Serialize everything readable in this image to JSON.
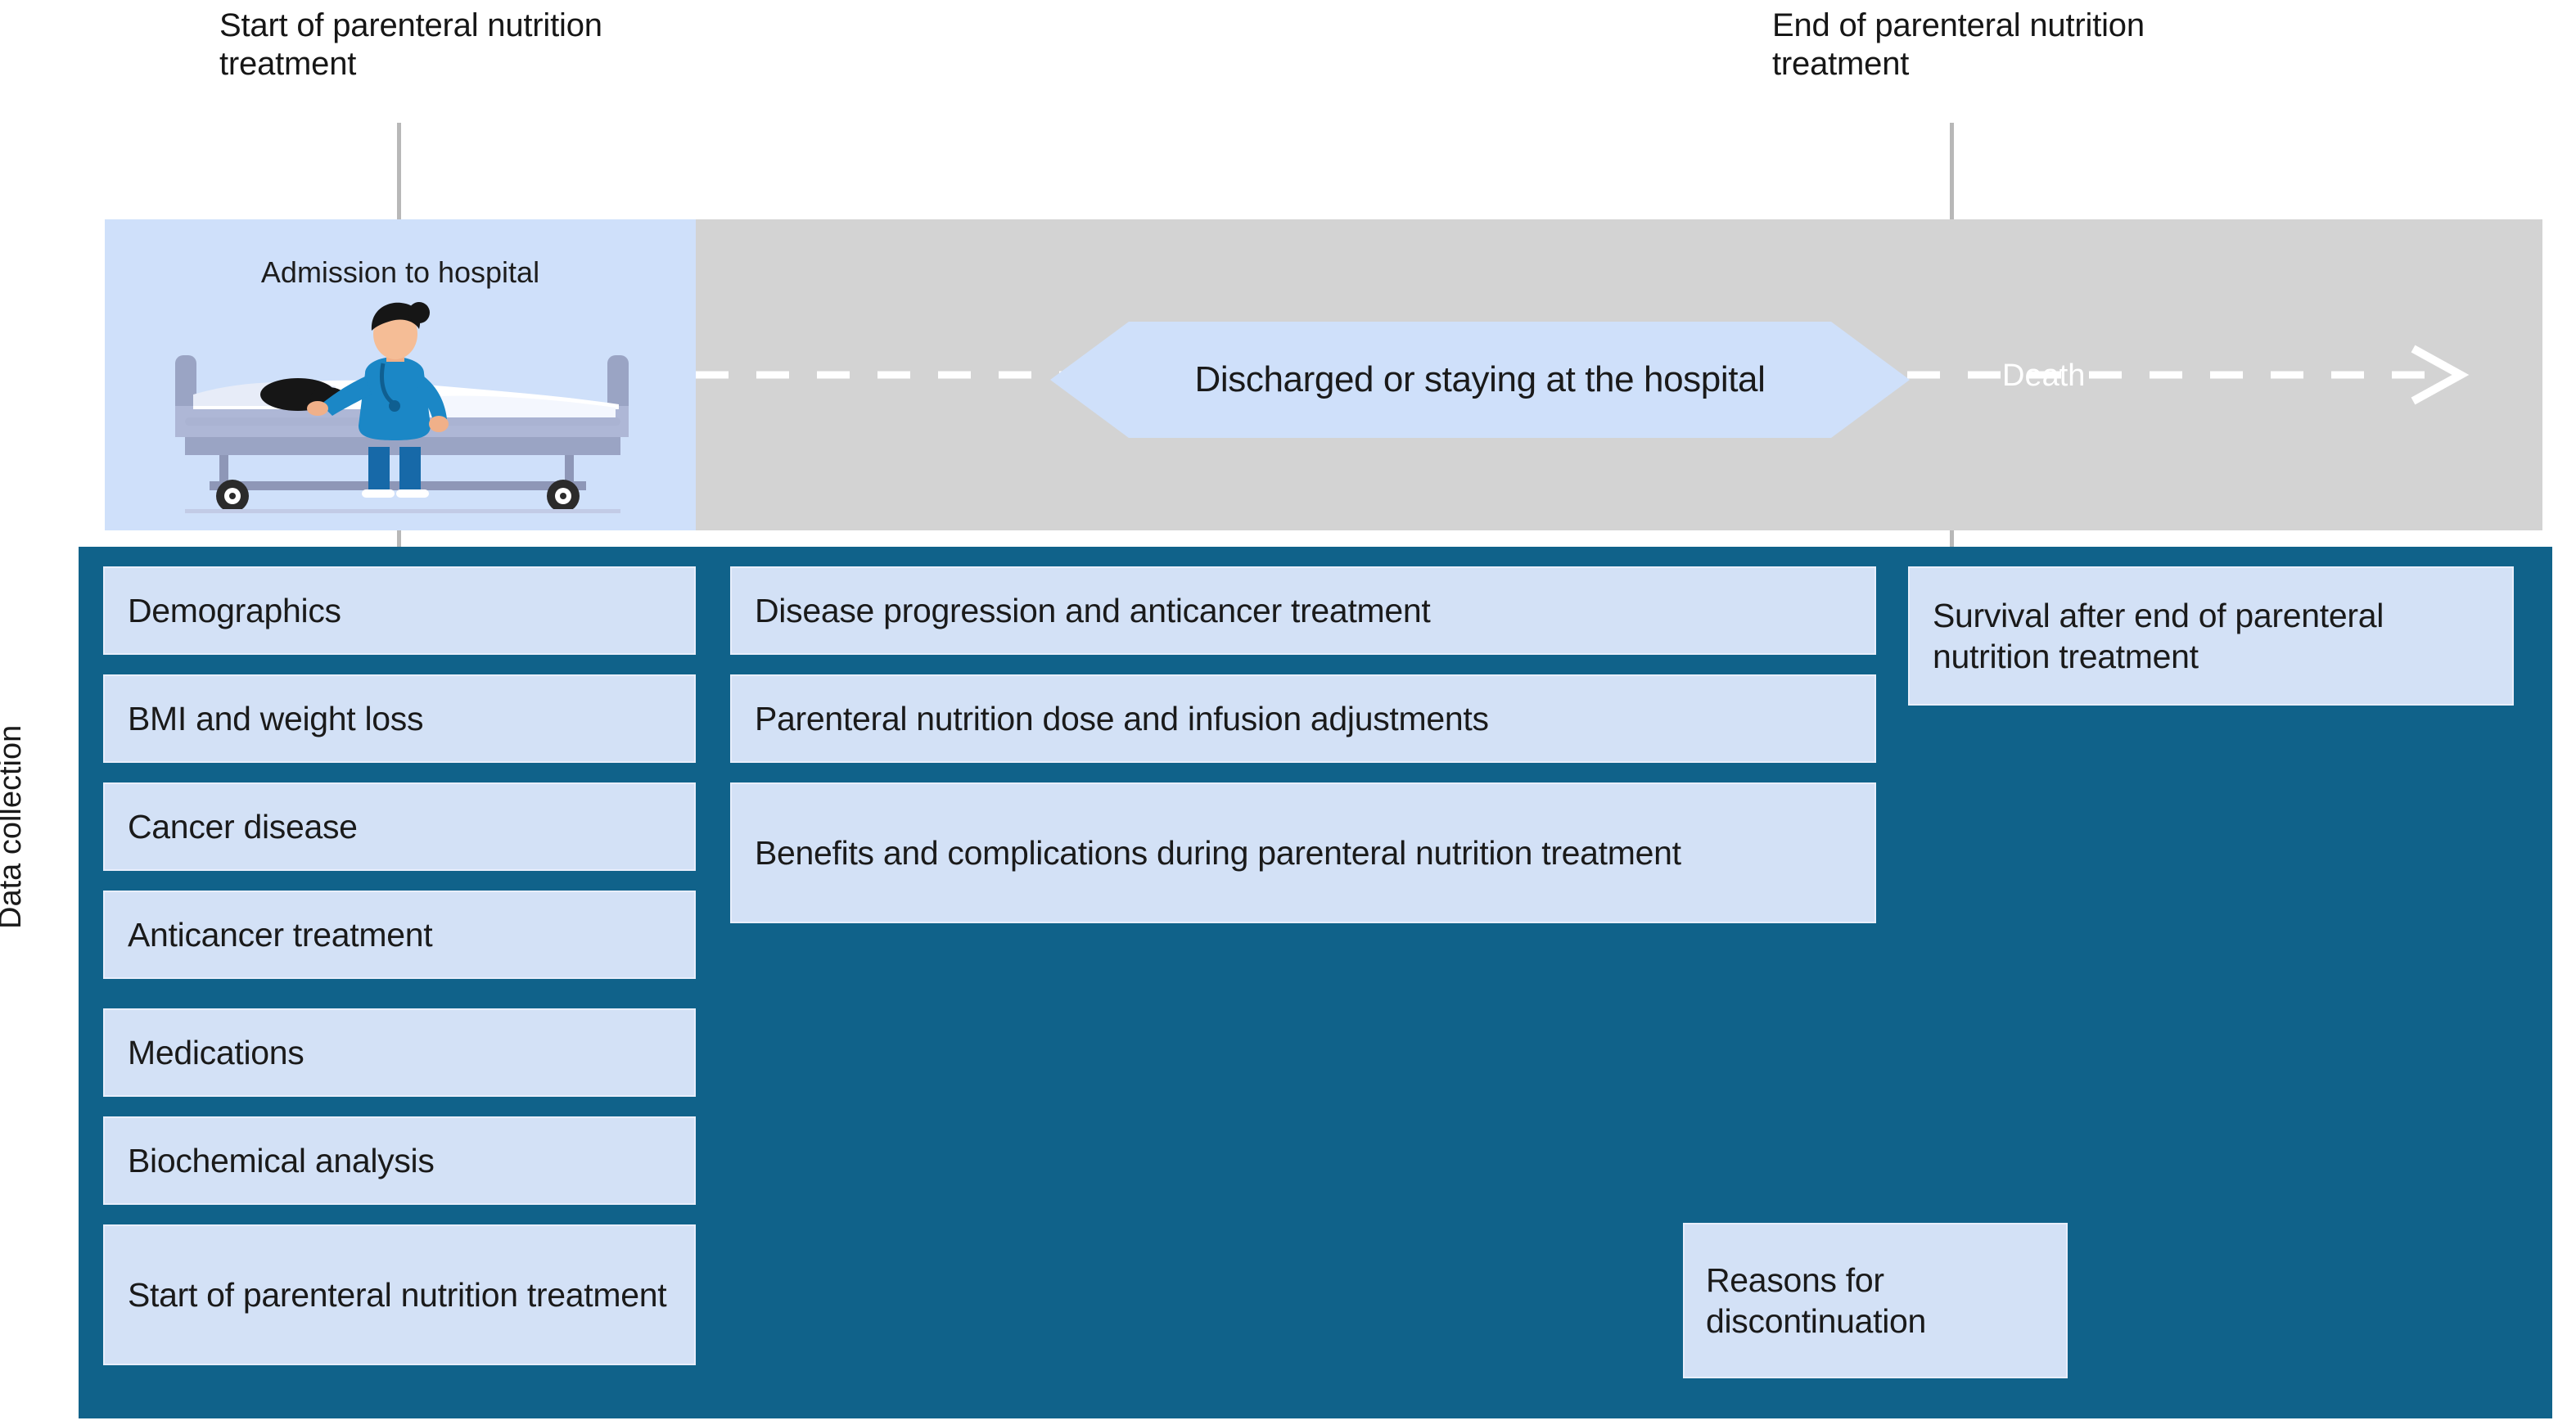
{
  "figure": {
    "type": "study-timeline-diagram",
    "colors": {
      "dark_blue_panel": "#10628a",
      "light_blue_box": "#d3e1f6",
      "admission_panel": "#cfe0fa",
      "timeline_gray": "#d3d3d3",
      "marker_line": "#b8b8b8",
      "text_dark": "#1a1a1a",
      "text_on_gray": "#ffffff"
    }
  },
  "timeline": {
    "start_marker_label": "Start of parenteral nutrition treatment",
    "end_marker_label": "End of parenteral nutrition treatment",
    "admission_label": "Admission to hospital",
    "status_label": "Discharged or staying at the hospital",
    "endpoint_label": "Death",
    "arrow_style": "dashed-white-arrow-right"
  },
  "data_collection": {
    "axis_label": "Data collection",
    "baseline_items": [
      {
        "label": "Demographics"
      },
      {
        "label": "BMI and weight loss"
      },
      {
        "label": "Cancer disease"
      },
      {
        "label": "Anticancer treatment"
      },
      {
        "label": "Medications"
      },
      {
        "label": "Biochemical analysis"
      },
      {
        "label": "Start of parenteral nutrition treatment"
      }
    ],
    "during_treatment_items": [
      {
        "label": "Disease progression and anticancer treatment"
      },
      {
        "label": "Parenteral nutrition dose and infusion adjustments"
      },
      {
        "label": "Benefits and complications during parenteral nutrition treatment"
      }
    ],
    "post_treatment_items": [
      {
        "label": "Survival after end of parenteral nutrition treatment"
      }
    ],
    "discontinuation_item": {
      "label": "Reasons for discontinuation"
    }
  },
  "icons": {
    "hospital_bed": "hospital-bed-with-nurse-and-patient-icon",
    "arrow": "dashed-arrow-right-icon"
  }
}
